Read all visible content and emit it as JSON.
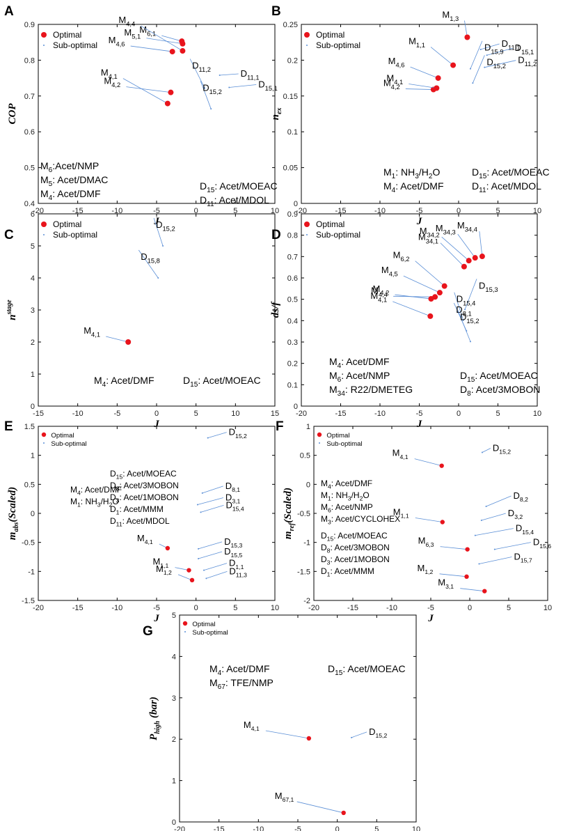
{
  "figure": {
    "colors": {
      "optimal": "#e8141c",
      "suboptimal": "#5b8fd6",
      "axis": "#000000"
    }
  },
  "chart_data": [
    {
      "id": "A",
      "panel_label": "A",
      "type": "scatter",
      "xlabel": "J",
      "ylabel": "COP",
      "xlim": [
        -20,
        10
      ],
      "ylim": [
        0.4,
        0.9
      ],
      "xticks": [
        -20,
        -15,
        -10,
        -5,
        0,
        5,
        10
      ],
      "yticks": [
        0.4,
        0.5,
        0.6,
        0.7,
        0.8,
        0.9
      ],
      "legend": {
        "optimal": "Optimal",
        "suboptimal": "Sub-optimal",
        "position": "top-left"
      },
      "optimal": [
        {
          "label": "M6,1",
          "x": -1.8,
          "y": 0.853
        },
        {
          "label": "M5,1",
          "x": -1.7,
          "y": 0.846
        },
        {
          "label": "M4,6",
          "x": -3.0,
          "y": 0.824
        },
        {
          "label": "M4,4",
          "x": -1.7,
          "y": 0.826
        },
        {
          "label": "M4,2",
          "x": -3.2,
          "y": 0.71
        },
        {
          "label": "M4,1",
          "x": -3.6,
          "y": 0.679
        }
      ],
      "suboptimal": [
        {
          "label": "D11,1",
          "x": 3.0,
          "y": 0.758
        },
        {
          "label": "D15,1",
          "x": 4.2,
          "y": 0.724
        },
        {
          "label": "D11,2",
          "x": 1.1,
          "y": 0.722
        },
        {
          "label": "D15,2",
          "x": 1.9,
          "y": 0.664
        }
      ],
      "notes": [
        {
          "lines": [
            "M6:Acet/NMP",
            "M5: Acet/DMAC",
            "M4: Acet/DMF"
          ]
        },
        {
          "lines": [
            "D15: Acet/MOEAC",
            "D11: Acet/MDOL"
          ]
        }
      ]
    },
    {
      "id": "B",
      "panel_label": "B",
      "type": "scatter",
      "xlabel": "J",
      "ylabel": "n_ex",
      "xlim": [
        -20,
        10
      ],
      "ylim": [
        0,
        0.25
      ],
      "xticks": [
        -20,
        -15,
        -10,
        -5,
        0,
        5,
        10
      ],
      "yticks": [
        0,
        0.05,
        0.1,
        0.15,
        0.2,
        0.25
      ],
      "legend": {
        "optimal": "Optimal",
        "suboptimal": "Sub-optimal",
        "position": "top-left"
      },
      "optimal": [
        {
          "label": "M1,3",
          "x": 1.1,
          "y": 0.232
        },
        {
          "label": "M1,1",
          "x": -0.7,
          "y": 0.193
        },
        {
          "label": "M4,6",
          "x": -2.6,
          "y": 0.175
        },
        {
          "label": "M4,2",
          "x": -3.2,
          "y": 0.159
        },
        {
          "label": "M4,1",
          "x": -2.8,
          "y": 0.161
        }
      ],
      "suboptimal": [
        {
          "label": "D11,1",
          "x": 2.8,
          "y": 0.215
        },
        {
          "label": "D15,1",
          "x": 3.6,
          "y": 0.207
        },
        {
          "label": "D11,2",
          "x": 3.3,
          "y": 0.19
        },
        {
          "label": "D15,9",
          "x": 1.5,
          "y": 0.188
        },
        {
          "label": "D15,2",
          "x": 1.8,
          "y": 0.168
        }
      ],
      "notes": [
        {
          "lines": [
            "M1: NH3/H2O",
            "M4: Acet/DMF"
          ]
        },
        {
          "lines": [
            "D15: Acet/MOEAC",
            "D11: Acet/MDOL"
          ]
        }
      ]
    },
    {
      "id": "C",
      "panel_label": "C",
      "type": "scatter",
      "xlabel": "J",
      "ylabel": "n_stage",
      "xlim": [
        -15,
        15
      ],
      "ylim": [
        0,
        6
      ],
      "xticks": [
        -15,
        -10,
        -5,
        0,
        5,
        10,
        15
      ],
      "yticks": [
        0,
        1,
        2,
        3,
        4,
        5,
        6
      ],
      "legend": {
        "optimal": "Optimal",
        "suboptimal": "Sub-optimal",
        "position": "top-left"
      },
      "optimal": [
        {
          "label": "M4,1",
          "x": -3.6,
          "y": 2.0
        }
      ],
      "suboptimal": [
        {
          "label": "D15,2",
          "x": 0.8,
          "y": 5.0
        },
        {
          "label": "D15,8",
          "x": 0.2,
          "y": 4.0
        }
      ],
      "notes": [
        {
          "lines": [
            "M4: Acet/DMF"
          ]
        },
        {
          "lines": [
            "D15: Acet/MOEAC"
          ]
        }
      ]
    },
    {
      "id": "D",
      "panel_label": "D",
      "type": "scatter",
      "xlabel": "J",
      "ylabel": "ds/f",
      "xlim": [
        -20,
        10
      ],
      "ylim": [
        0,
        0.9
      ],
      "xticks": [
        -20,
        -15,
        -10,
        -5,
        0,
        5,
        10
      ],
      "yticks": [
        0,
        0.1,
        0.2,
        0.3,
        0.4,
        0.5,
        0.6,
        0.7,
        0.8,
        0.9
      ],
      "legend": {
        "optimal": "Optimal",
        "suboptimal": "Sub-optimal",
        "position": "top-left"
      },
      "optimal": [
        {
          "label": "M34,4",
          "x": 3.0,
          "y": 0.701
        },
        {
          "label": "M34,3",
          "x": 2.1,
          "y": 0.694
        },
        {
          "label": "M34,2",
          "x": 1.3,
          "y": 0.681
        },
        {
          "label": "M34,1",
          "x": 0.7,
          "y": 0.653
        },
        {
          "label": "M6,2",
          "x": -1.8,
          "y": 0.562
        },
        {
          "label": "M4,5",
          "x": -2.4,
          "y": 0.531
        },
        {
          "label": "M4,4",
          "x": -3.0,
          "y": 0.511
        },
        {
          "label": "M4,2",
          "x": -3.5,
          "y": 0.502
        },
        {
          "label": "M4,1",
          "x": -3.6,
          "y": 0.421
        }
      ],
      "suboptimal": [
        {
          "label": "D15,3",
          "x": 0.8,
          "y": 0.452
        },
        {
          "label": "D15,4",
          "x": 0.6,
          "y": 0.402
        },
        {
          "label": "D8,1",
          "x": 1.0,
          "y": 0.352
        },
        {
          "label": "D15,2",
          "x": 1.5,
          "y": 0.302
        }
      ],
      "notes": [
        {
          "lines": [
            "M4: Acet/DMF",
            "M6: Acet/NMP",
            "M34: R22/DMETEG"
          ]
        },
        {
          "lines": [
            "D15: Acet/MOEAC",
            "D8: Acet/3MOBON"
          ]
        }
      ]
    },
    {
      "id": "E",
      "panel_label": "E",
      "type": "scatter",
      "xlabel": "J",
      "ylabel": "m_abs (Scaled)",
      "xlim": [
        -20,
        10
      ],
      "ylim": [
        -1.5,
        1.5
      ],
      "xticks": [
        -20,
        -15,
        -10,
        -5,
        0,
        5,
        10
      ],
      "yticks": [
        -1.5,
        -1,
        -0.5,
        0,
        0.5,
        1,
        1.5
      ],
      "legend": {
        "optimal": "Optimal",
        "suboptimal": "Sub-optimal",
        "position": "top-left"
      },
      "optimal": [
        {
          "label": "M4,1",
          "x": -3.6,
          "y": -0.6
        },
        {
          "label": "M1,1",
          "x": -0.9,
          "y": -0.98
        },
        {
          "label": "M1,2",
          "x": -0.5,
          "y": -1.15
        }
      ],
      "suboptimal": [
        {
          "label": "D15,2",
          "x": 1.5,
          "y": 1.3
        },
        {
          "label": "D8,1",
          "x": 0.8,
          "y": 0.35
        },
        {
          "label": "D3,1",
          "x": 0.2,
          "y": 0.15
        },
        {
          "label": "D15,4",
          "x": 0.6,
          "y": 0.02
        },
        {
          "label": "D15,3",
          "x": 0.3,
          "y": -0.61
        },
        {
          "label": "D15,5",
          "x": 0.3,
          "y": -0.78
        },
        {
          "label": "D1,1",
          "x": 1.0,
          "y": -0.98
        },
        {
          "label": "D11,3",
          "x": 1.3,
          "y": -1.12
        }
      ],
      "notes": [
        {
          "lines": [
            "M4: Acet/DMF",
            "M1: NH3/H2O"
          ]
        },
        {
          "lines": [
            "D15: Acet/MOEAC",
            "D8: Acet/3MOBON",
            "D3: Acet/1MOBON",
            "D1: Acet/MMM",
            "D11: Acet/MDOL"
          ]
        }
      ]
    },
    {
      "id": "F",
      "panel_label": "F",
      "type": "scatter",
      "xlabel": "J",
      "ylabel": "m_ref (Scaled)",
      "xlim": [
        -20,
        10
      ],
      "ylim": [
        -2,
        1
      ],
      "xticks": [
        -20,
        -15,
        -10,
        -5,
        0,
        5,
        10
      ],
      "yticks": [
        -2,
        -1.5,
        -1,
        -0.5,
        0,
        0.5,
        1
      ],
      "legend": {
        "optimal": "Optimal",
        "suboptimal": "Sub-optimal",
        "position": "top-left"
      },
      "optimal": [
        {
          "label": "M4,1",
          "x": -3.6,
          "y": 0.32
        },
        {
          "label": "M1,1",
          "x": -3.5,
          "y": -0.65
        },
        {
          "label": "M6,3",
          "x": -0.3,
          "y": -1.12
        },
        {
          "label": "M1,2",
          "x": -0.4,
          "y": -1.59
        },
        {
          "label": "M3,1",
          "x": 1.9,
          "y": -1.84
        }
      ],
      "suboptimal": [
        {
          "label": "D15,2",
          "x": 1.6,
          "y": 0.55
        },
        {
          "label": "D8,2",
          "x": 2.1,
          "y": -0.38
        },
        {
          "label": "D3,2",
          "x": 1.5,
          "y": -0.62
        },
        {
          "label": "D15,4",
          "x": 0.7,
          "y": -0.88
        },
        {
          "label": "D15,6",
          "x": 3.2,
          "y": -1.12
        },
        {
          "label": "D15,7",
          "x": 1.2,
          "y": -1.37
        }
      ],
      "notes": [
        {
          "lines": [
            "M4: Acet/DMF",
            "M1: NH3/H2O",
            "M6: Acet/NMP",
            "M3: Acet/CYCLOHEX"
          ]
        },
        {
          "lines": [
            "D15: Acet/MOEAC",
            "D8: Acet/3MOBON",
            "D3: Acet/1MOBON",
            "D1: Acet/MMM"
          ]
        }
      ]
    },
    {
      "id": "G",
      "panel_label": "G",
      "type": "scatter",
      "xlabel": "J",
      "ylabel": "P_high (bar)",
      "xlim": [
        -20,
        10
      ],
      "ylim": [
        0,
        5
      ],
      "xticks": [
        -20,
        -15,
        -10,
        -5,
        0,
        5,
        10
      ],
      "yticks": [
        0,
        1,
        2,
        3,
        4,
        5
      ],
      "legend": {
        "optimal": "Optimal",
        "suboptimal": "Sub-optimal",
        "position": "top-left"
      },
      "optimal": [
        {
          "label": "M4,1",
          "x": -3.6,
          "y": 2.02
        },
        {
          "label": "M67,1",
          "x": 0.8,
          "y": 0.22
        }
      ],
      "suboptimal": [
        {
          "label": "D15,2",
          "x": 1.8,
          "y": 2.04
        }
      ],
      "notes": [
        {
          "lines": [
            "M4: Acet/DMF",
            "M67: TFE/NMP"
          ]
        },
        {
          "lines": [
            "D15: Acet/MOEAC"
          ]
        }
      ]
    }
  ]
}
